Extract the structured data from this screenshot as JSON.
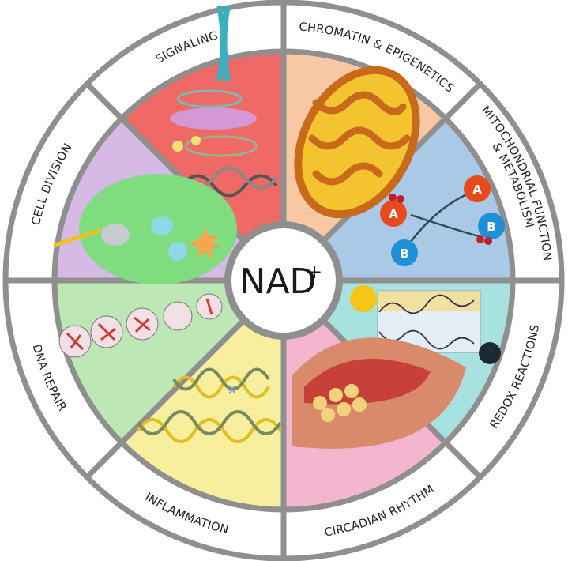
{
  "center": {
    "label": "NAD",
    "superscript": "+"
  },
  "segments": [
    {
      "label": "CHROMATIN & EPIGENETICS",
      "color": "#f8c8a4"
    },
    {
      "label": "MITOCHONDRIAL FUNCTION",
      "label_line2": "& METABOLISM",
      "color": "#a9c9e6"
    },
    {
      "label": "REDOX REACTIONS",
      "color": "#a8e2e0"
    },
    {
      "label": "CIRCADIAN RHYTHM",
      "color": "#f4b6cf"
    },
    {
      "label": "INFLAMMATION",
      "color": "#f7ee9e"
    },
    {
      "label": "DNA REPAIR",
      "color": "#bde8b6"
    },
    {
      "label": "CELL DIVISION",
      "color": "#d7b9e6"
    },
    {
      "label": "SIGNALING",
      "color": "#ef6a66"
    }
  ],
  "redox": {
    "molecule_a": "A",
    "molecule_b": "B"
  },
  "colors": {
    "ring": "#ffffff",
    "divider": "#8f8f8f",
    "outline": "#8f8f8f"
  }
}
